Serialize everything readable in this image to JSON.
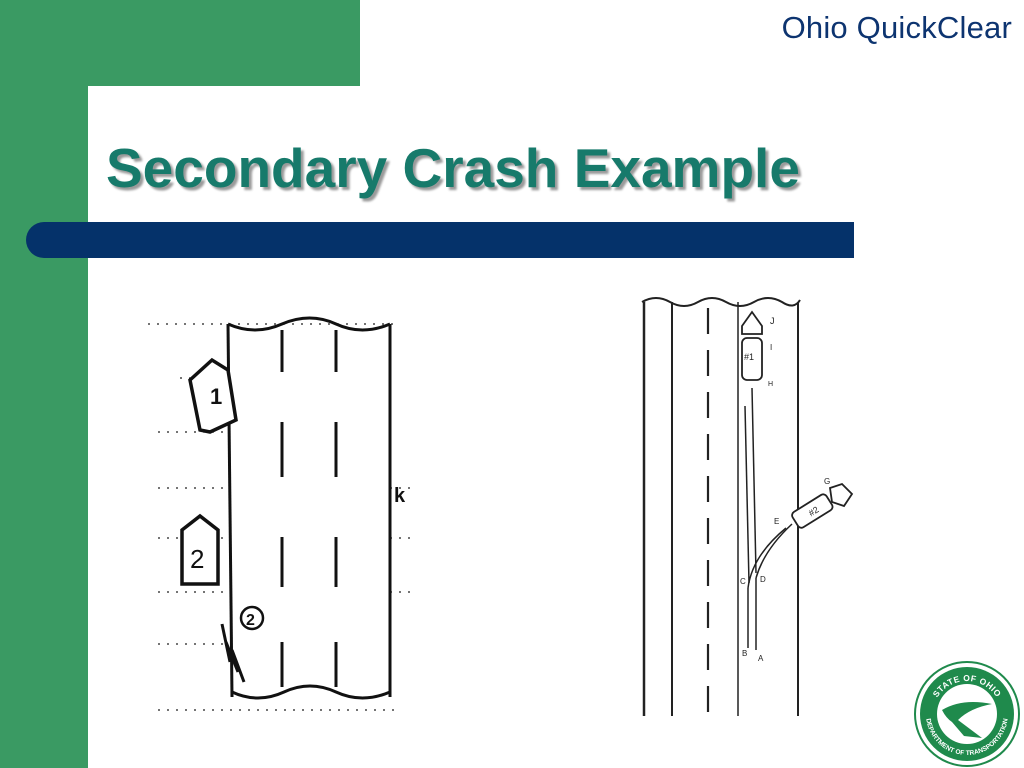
{
  "header": {
    "brand": "Ohio QuickClear"
  },
  "slide": {
    "title": "Secondary Crash Example"
  },
  "sketch_left": {
    "vehicle_1_label": "1",
    "vehicle_2_label": "2",
    "marker_label": "2",
    "side_mark": "k"
  },
  "sketch_right": {
    "vehicle_1_label": "#1",
    "vehicle_2_label": "#2",
    "point_labels": [
      "J",
      "I",
      "H",
      "G",
      "E",
      "D",
      "C",
      "B",
      "A"
    ]
  },
  "logo": {
    "top_text": "STATE OF OHIO",
    "bottom_text": "DEPARTMENT OF TRANSPORTATION"
  }
}
